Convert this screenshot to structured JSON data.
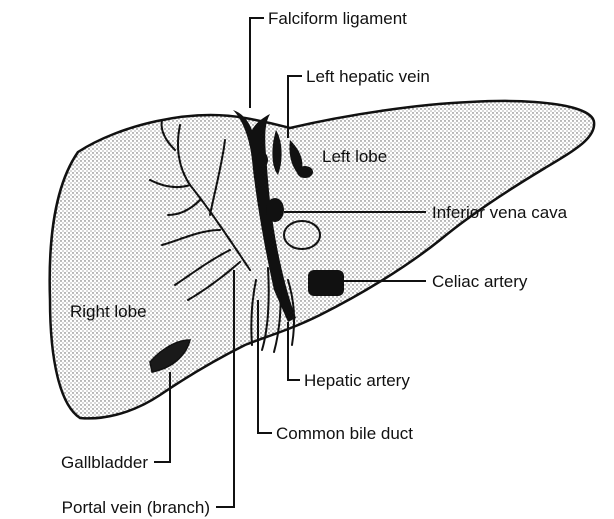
{
  "labels": {
    "falciform_ligament": "Falciform ligament",
    "left_hepatic_vein": "Left hepatic vein",
    "left_lobe": "Left lobe",
    "inferior_vena_cava": "Inferior vena cava",
    "celiac_artery": "Celiac artery",
    "right_lobe": "Right lobe",
    "hepatic_artery": "Hepatic artery",
    "common_bile_duct": "Common bile duct",
    "gallbladder": "Gallbladder",
    "portal_vein_branch": "Portal vein (branch)"
  },
  "colors": {
    "ink": "#111111",
    "stipple": "#555555",
    "background": "#ffffff"
  }
}
